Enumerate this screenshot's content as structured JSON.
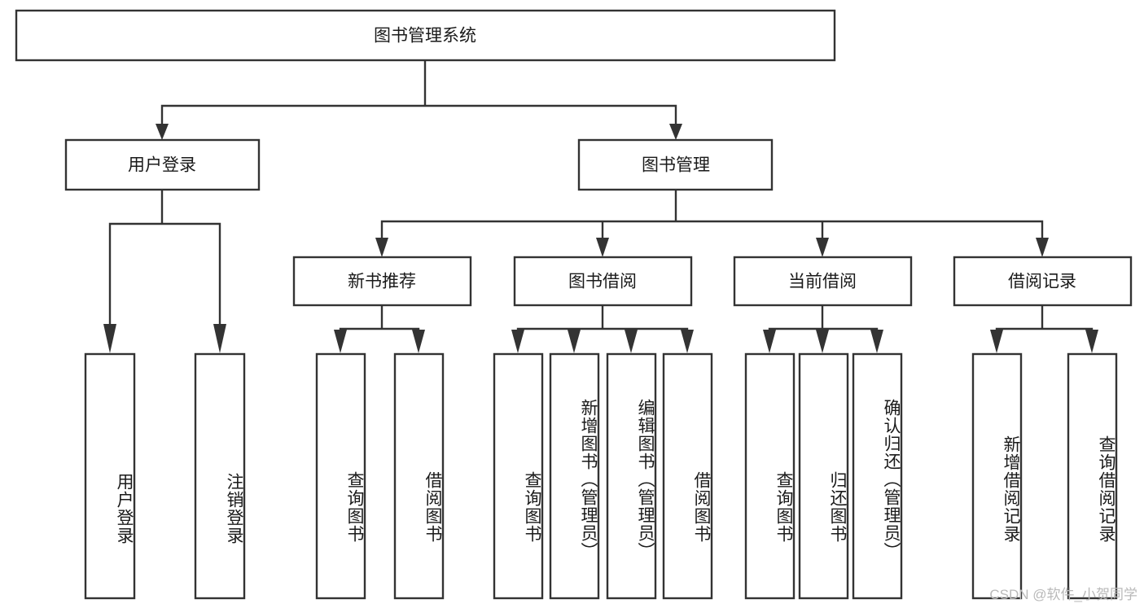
{
  "diagram": {
    "type": "tree",
    "title": "图书管理系统",
    "watermark": "CSDN @软件_小贺同学",
    "colors": {
      "stroke": "#333333",
      "box_fill": "#ffffff",
      "text": "#1a1a1a",
      "watermark": "#b9b9b9",
      "background": "#ffffff"
    },
    "root": {
      "label": "图书管理系统",
      "level": 0
    },
    "level1": [
      {
        "label": "用户登录"
      },
      {
        "label": "图书管理"
      }
    ],
    "level2": [
      {
        "label": "新书推荐"
      },
      {
        "label": "图书借阅"
      },
      {
        "label": "当前借阅"
      },
      {
        "label": "借阅记录"
      }
    ],
    "leaves": {
      "user_login": [
        {
          "label": "用户登录"
        },
        {
          "label": "注销登录"
        }
      ],
      "new_book_recommend": [
        {
          "label": "查询图书"
        },
        {
          "label": "借阅图书"
        }
      ],
      "book_borrow": [
        {
          "label": "查询图书"
        },
        {
          "label": "新增图书（管理员）"
        },
        {
          "label": "编辑图书（管理员）"
        },
        {
          "label": "借阅图书"
        }
      ],
      "current_borrow": [
        {
          "label": "查询图书"
        },
        {
          "label": "归还图书"
        },
        {
          "label": "确认归还（管理员）"
        }
      ],
      "borrow_record": [
        {
          "label": "新增借阅记录"
        },
        {
          "label": "查询借阅记录"
        }
      ]
    }
  }
}
